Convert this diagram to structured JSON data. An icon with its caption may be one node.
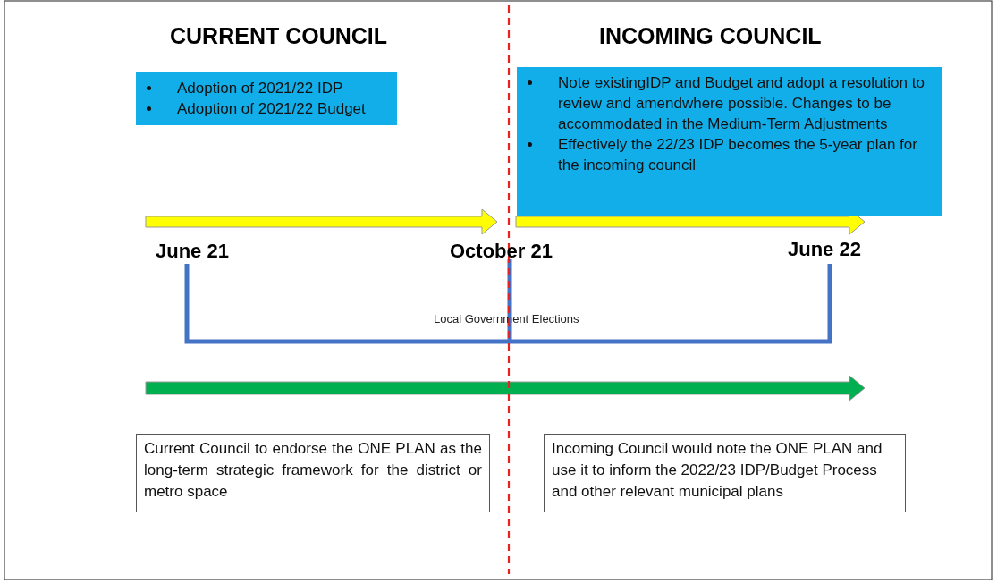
{
  "diagram": {
    "nodes": [
      {
        "text": [
          "Adoption of 2021/22 IDP",
          "Adoption of 2021/22 Budget"
        ]
      },
      {
        "text": [
          "Note existingIDP and Budget and adopt a resolution to review and amendwhere possible. Changes to be accommodated in the Medium-Term Adjustments",
          "Effectively the 22/23 IDP becomes the 5-year plan for the incoming council"
        ]
      },
      {
        "text": [
          "Current Council to endorse the ONE PLAN as the long-term strategic framework for the district or metro space"
        ]
      },
      {
        "text": [
          "Incoming Council would note the ONE PLAN and use it to inform the 2022/23 IDP/Budget Process and other relevant municipal plans"
        ]
      }
    ],
    "labels": [
      "CURRENT COUNCIL",
      "INCOMING COUNCIL",
      "June 21",
      "October 21",
      "June 22",
      "Local Government Elections"
    ]
  }
}
